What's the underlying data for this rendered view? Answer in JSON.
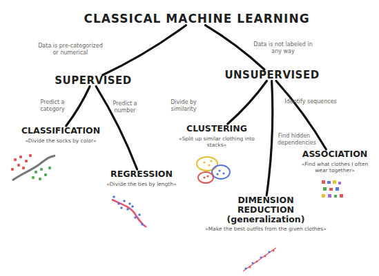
{
  "diagram": {
    "nodes": [
      {
        "text": [
          "CLASSICAL MACHINE LEARNING"
        ]
      },
      {
        "text": [
          "SUPERVISED"
        ]
      },
      {
        "text": [
          "UNSUPERVISED"
        ]
      },
      {
        "text": [
          "CLASSIFICATION",
          "«Divide the socks by color»"
        ]
      },
      {
        "text": [
          "REGRESSION",
          "«Divide the ties by length»"
        ]
      },
      {
        "text": [
          "CLUSTERING",
          "«Split up similar clothing into stacks»"
        ]
      },
      {
        "text": [
          "DIMENSION REDUCTION (generalization)",
          "«Make the best outfits from the given clothes»"
        ]
      },
      {
        "text": [
          "ASSOCIATION",
          "«Find what clothes I often wear together»"
        ]
      }
    ],
    "edges": [
      {
        "from": 0,
        "to": 1,
        "arrow": "none",
        "label": "Data is pre-categorized or numerical"
      },
      {
        "from": 0,
        "to": 2,
        "arrow": "none",
        "label": "Data is not labeled in any way"
      },
      {
        "from": 1,
        "to": 3,
        "arrow": "none",
        "label": "Predict a category"
      },
      {
        "from": 1,
        "to": 4,
        "arrow": "none",
        "label": "Predict a number"
      },
      {
        "from": 2,
        "to": 5,
        "arrow": "none",
        "label": "Divide by similarity"
      },
      {
        "from": 2,
        "to": 6,
        "arrow": "none",
        "label": "Find hidden dependencies"
      },
      {
        "from": 2,
        "to": 7,
        "arrow": "none",
        "label": "Identify sequences"
      }
    ]
  }
}
